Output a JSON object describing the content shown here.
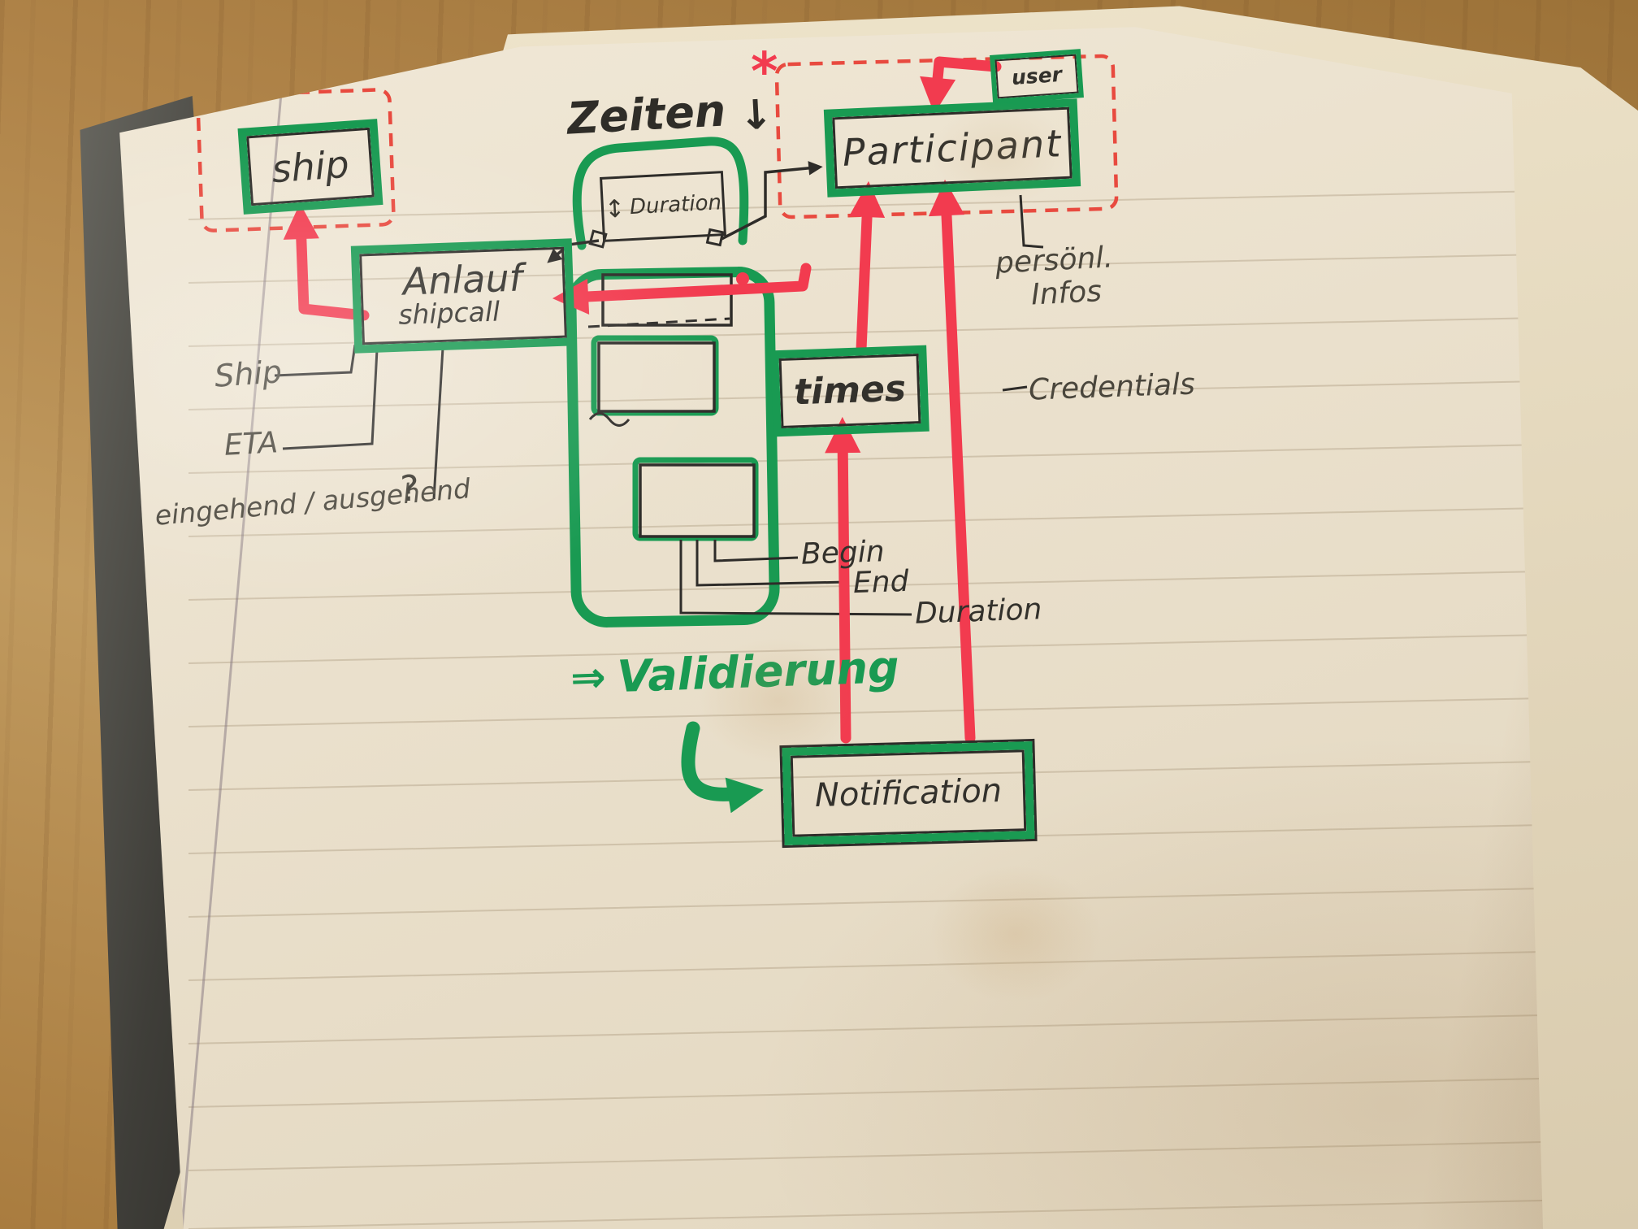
{
  "diagram": {
    "boxes": {
      "ship": "ship",
      "anlauf": "Anlauf",
      "anlauf_sub": "shipcall",
      "duration": "Duration",
      "participant": "Participant",
      "user": "user",
      "times": "times",
      "notification": "Notification"
    },
    "labels": {
      "zeiten": "Zeiten",
      "ship_attr": "Ship",
      "eta": "ETA",
      "eingehend": "eingehend / ausgehend",
      "begin": "Begin",
      "end": "End",
      "duration_attr": "Duration",
      "personal_infos_1": "persönl.",
      "personal_infos_2": "Infos",
      "credentials": "Credentials",
      "validierung": "Validierung"
    },
    "icons": {
      "down_arrow": "↓",
      "updown_arrow": "↕",
      "implies_arrow": "⇒",
      "question_mark": "?",
      "asterisk": "*"
    },
    "colors": {
      "marker_green": "#199a52",
      "marker_red": "#f23b4f",
      "dashed_red": "#e84a3f",
      "ink": "#2e2c29",
      "pencil": "#4a463c",
      "paper": "#ece3d0",
      "wood": "#b5854a",
      "cover": "#4b4a47"
    }
  }
}
